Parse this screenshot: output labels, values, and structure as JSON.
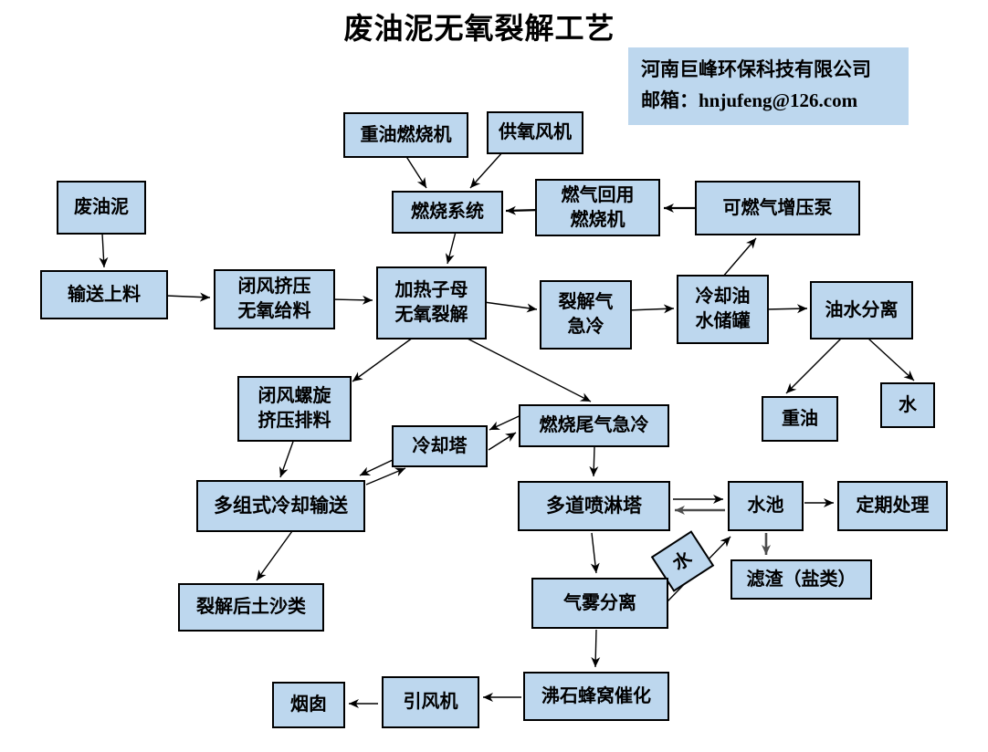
{
  "title": "废油泥无氧裂解工艺",
  "company": {
    "name": "河南巨峰环保科技有限公司",
    "email": "邮箱：hnjufeng@126.com"
  },
  "colors": {
    "node_fill": "#bdd7ee",
    "node_border": "#000000",
    "background": "#ffffff",
    "text": "#000000"
  },
  "nodes": {
    "heavy_oil_burner": {
      "label": "重油燃烧机"
    },
    "oxygen_fan": {
      "label": "供氧风机"
    },
    "combustion_system": {
      "label": "燃烧系统"
    },
    "gas_reuse_burner": {
      "label": "燃气回用\n燃烧机"
    },
    "gas_booster_pump": {
      "label": "可燃气增压泵"
    },
    "waste_oil_sludge": {
      "label": "废油泥"
    },
    "conveying_feed": {
      "label": "输送上料"
    },
    "airlock_feed": {
      "label": "闭风挤压\n无氧给料"
    },
    "pyrolysis_reactor": {
      "label": "加热子母\n无氧裂解"
    },
    "pyro_gas_quench": {
      "label": "裂解气\n急冷"
    },
    "cooling_tank": {
      "label": "冷却油\n水储罐"
    },
    "oil_water_sep": {
      "label": "油水分离"
    },
    "heavy_oil": {
      "label": "重油"
    },
    "water_out": {
      "label": "水"
    },
    "airlock_discharge": {
      "label": "闭风螺旋\n挤压排料"
    },
    "cooling_tower": {
      "label": "冷却塔"
    },
    "tail_gas_quench": {
      "label": "燃烧尾气急冷"
    },
    "multi_cooling_conveyor": {
      "label": "多组式冷却输送"
    },
    "spray_tower": {
      "label": "多道喷淋塔"
    },
    "water_pool": {
      "label": "水池"
    },
    "periodic_treatment": {
      "label": "定期处理"
    },
    "filter_residue": {
      "label": "滤渣（盐类）"
    },
    "water_tag": {
      "label": "水"
    },
    "mist_separation": {
      "label": "气雾分离"
    },
    "pyrolyzed_soil": {
      "label": "裂解后土沙类"
    },
    "chimney": {
      "label": "烟囱"
    },
    "draft_fan": {
      "label": "引风机"
    },
    "zeolite_catalysis": {
      "label": "沸石蜂窝催化"
    }
  },
  "edges": [
    {
      "from": "waste_oil_sludge",
      "to": "conveying_feed"
    },
    {
      "from": "conveying_feed",
      "to": "airlock_feed"
    },
    {
      "from": "airlock_feed",
      "to": "pyrolysis_reactor"
    },
    {
      "from": "heavy_oil_burner",
      "to": "combustion_system"
    },
    {
      "from": "oxygen_fan",
      "to": "combustion_system"
    },
    {
      "from": "gas_reuse_burner",
      "to": "combustion_system"
    },
    {
      "from": "gas_booster_pump",
      "to": "gas_reuse_burner"
    },
    {
      "from": "combustion_system",
      "to": "pyrolysis_reactor"
    },
    {
      "from": "pyrolysis_reactor",
      "to": "pyro_gas_quench"
    },
    {
      "from": "pyro_gas_quench",
      "to": "cooling_tank"
    },
    {
      "from": "cooling_tank",
      "to": "gas_booster_pump"
    },
    {
      "from": "cooling_tank",
      "to": "oil_water_sep"
    },
    {
      "from": "oil_water_sep",
      "to": "heavy_oil"
    },
    {
      "from": "oil_water_sep",
      "to": "water_out"
    },
    {
      "from": "pyrolysis_reactor",
      "to": "airlock_discharge"
    },
    {
      "from": "pyrolysis_reactor",
      "to": "tail_gas_quench"
    },
    {
      "from": "airlock_discharge",
      "to": "multi_cooling_conveyor"
    },
    {
      "from": "cooling_tower",
      "to": "multi_cooling_conveyor"
    },
    {
      "from": "multi_cooling_conveyor",
      "to": "cooling_tower"
    },
    {
      "from": "multi_cooling_conveyor",
      "to": "pyrolyzed_soil"
    },
    {
      "from": "tail_gas_quench",
      "to": "cooling_tower"
    },
    {
      "from": "cooling_tower",
      "to": "tail_gas_quench"
    },
    {
      "from": "tail_gas_quench",
      "to": "spray_tower"
    },
    {
      "from": "spray_tower",
      "to": "water_pool"
    },
    {
      "from": "water_pool",
      "to": "spray_tower"
    },
    {
      "from": "water_pool",
      "to": "periodic_treatment"
    },
    {
      "from": "water_pool",
      "to": "filter_residue"
    },
    {
      "from": "spray_tower",
      "to": "mist_separation"
    },
    {
      "from": "mist_separation",
      "to": "water_pool",
      "via_label": "water_tag"
    },
    {
      "from": "mist_separation",
      "to": "zeolite_catalysis"
    },
    {
      "from": "zeolite_catalysis",
      "to": "draft_fan"
    },
    {
      "from": "draft_fan",
      "to": "chimney"
    }
  ]
}
